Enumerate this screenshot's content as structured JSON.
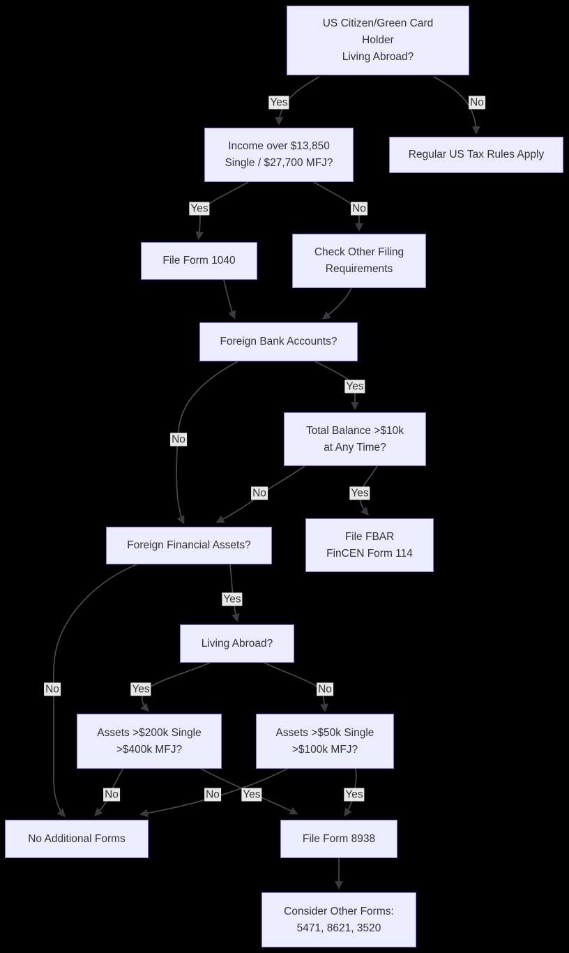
{
  "colors": {
    "background": "#000000",
    "node_fill": "#ececff",
    "node_border": "#9370db",
    "node_text": "#333333",
    "edge_stroke": "#4a4a50",
    "arrow_fill": "#3a3a40",
    "edge_label_bg": "#e8e8e8",
    "edge_label_text": "#333333"
  },
  "nodes": {
    "start": {
      "lines": [
        "US Citizen/Green Card",
        "Holder",
        "Living Abroad?"
      ]
    },
    "income": {
      "lines": [
        "Income over $13,850",
        "Single / $27,700 MFJ?"
      ]
    },
    "regular": {
      "lines": [
        "Regular US Tax Rules Apply"
      ]
    },
    "form1040": {
      "lines": [
        "File Form 1040"
      ]
    },
    "otherfiling": {
      "lines": [
        "Check Other Filing",
        "Requirements"
      ]
    },
    "foreignbank": {
      "lines": [
        "Foreign Bank Accounts?"
      ]
    },
    "balance": {
      "lines": [
        "Total Balance >$10k",
        "at Any Time?"
      ]
    },
    "fbar": {
      "lines": [
        "File FBAR",
        "FinCEN Form 114"
      ]
    },
    "ffa": {
      "lines": [
        "Foreign Financial Assets?"
      ]
    },
    "abroad": {
      "lines": [
        "Living Abroad?"
      ]
    },
    "assets200": {
      "lines": [
        "Assets >$200k Single",
        ">$400k MFJ?"
      ]
    },
    "assets50": {
      "lines": [
        "Assets >$50k Single",
        ">$100k MFJ?"
      ]
    },
    "noforms": {
      "lines": [
        "No Additional Forms"
      ]
    },
    "form8938": {
      "lines": [
        "File Form 8938"
      ]
    },
    "otherforms": {
      "lines": [
        "Consider Other Forms:",
        "5471, 8621, 3520"
      ]
    }
  },
  "edge_labels": {
    "start_yes": "Yes",
    "start_no": "No",
    "income_yes": "Yes",
    "income_no": "No",
    "foreignbank_yes": "Yes",
    "foreignbank_no": "No",
    "balance_no": "No",
    "balance_yes": "Yes",
    "ffa_yes": "Yes",
    "ffa_no": "No",
    "abroad_yes": "Yes",
    "abroad_no": "No",
    "assets200_no": "No",
    "assets50_no": "No",
    "assets200_yes": "Yes",
    "assets50_yes": "Yes"
  }
}
